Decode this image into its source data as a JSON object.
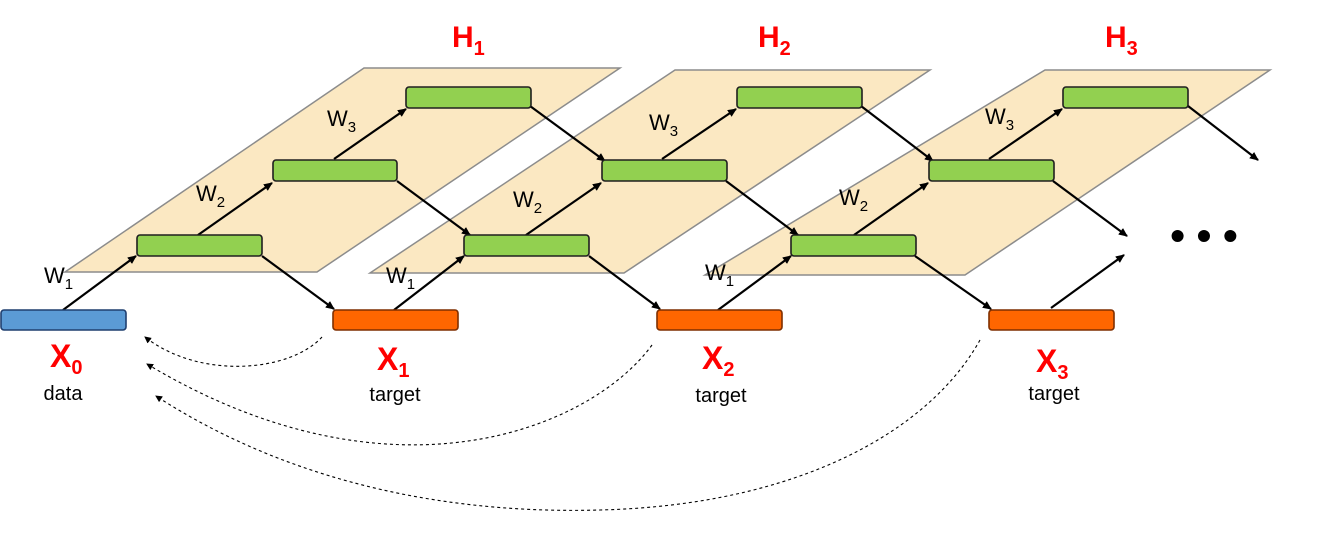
{
  "colors": {
    "accent_label": "#ff0000",
    "data_node": "#5b9bd5",
    "target_node": "#ff6600",
    "hidden_unit": "#92d050",
    "layer_plane": "#fbe8c2"
  },
  "layers": [
    {
      "name": "H",
      "sub": "1"
    },
    {
      "name": "H",
      "sub": "2"
    },
    {
      "name": "H",
      "sub": "3"
    }
  ],
  "weights": [
    {
      "name": "W",
      "sub": "1"
    },
    {
      "name": "W",
      "sub": "2"
    },
    {
      "name": "W",
      "sub": "3"
    }
  ],
  "nodes": [
    {
      "name": "X",
      "sub": "0",
      "caption": "data"
    },
    {
      "name": "X",
      "sub": "1",
      "caption": "target"
    },
    {
      "name": "X",
      "sub": "2",
      "caption": "target"
    },
    {
      "name": "X",
      "sub": "3",
      "caption": "target"
    }
  ],
  "continuation": "• • •"
}
